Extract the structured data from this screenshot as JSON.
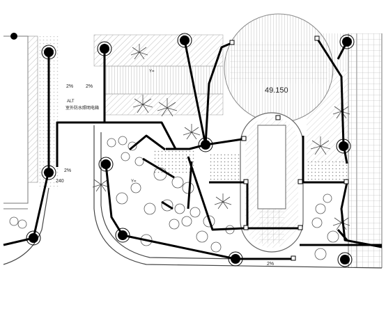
{
  "plan": {
    "elevation_label": "49.150",
    "note_code": "ALT",
    "note_text": "室外防水照明电箱",
    "slope_labels": [
      "2%",
      "2%",
      "2%",
      "2%"
    ],
    "grade_label": "240",
    "coord_label_1": "Y=",
    "coord_label_2": "Y="
  },
  "colors": {
    "line": "#000000",
    "paving": "#9a9a9a",
    "hatch": "#b5b5b5",
    "tree": "#555555"
  }
}
